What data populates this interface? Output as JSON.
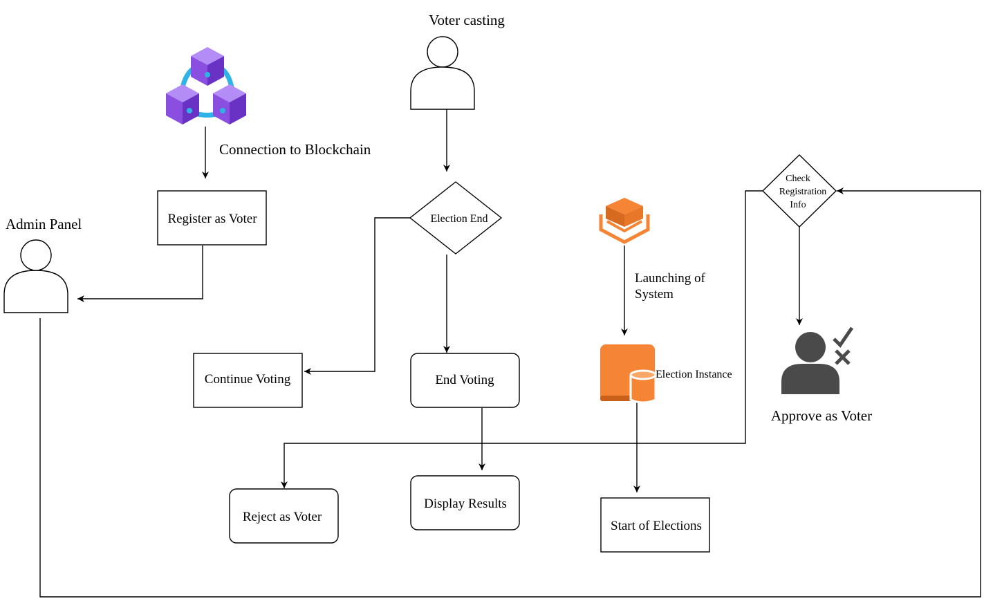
{
  "actors": {
    "voter_casting": "Voter casting",
    "admin_panel": "Admin Panel"
  },
  "annotations": {
    "connection_to_blockchain": "Connection to Blockchain",
    "launching_line1": "Launching of",
    "launching_line2": "System",
    "election_instance": "Election Instance",
    "approve_as_voter": "Approve as Voter"
  },
  "processes": {
    "register_as_voter": "Register as Voter",
    "continue_voting": "Continue Voting",
    "end_voting": "End Voting",
    "display_results": "Display Results",
    "reject_as_voter": "Reject as Voter",
    "start_of_elections": "Start of Elections"
  },
  "decisions": {
    "election_end": "Election End",
    "check_line1": "Check",
    "check_line2": "Registration",
    "check_line3": "Info"
  },
  "icons": {
    "blockchain": "blockchain-cubes-icon",
    "aws_stack": "stack-service-icon",
    "aws_database_instance": "database-instance-icon",
    "user_approve_reject": "user-approve-reject-icon",
    "person": "person-icon"
  },
  "colors": {
    "blockchain_purple": "#8a4fe0",
    "blockchain_link": "#2fb3e6",
    "aws_orange": "#f58534",
    "approve_gray": "#4a4a4a"
  }
}
